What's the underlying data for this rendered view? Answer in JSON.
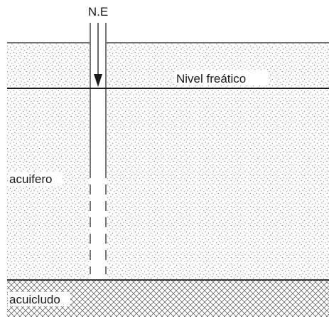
{
  "labels": {
    "well": "N.E",
    "water_table": "Nivel freático",
    "aquifer": "acuifero",
    "aquiclude": "acuicludo"
  },
  "colors": {
    "line": "#1a1a1a",
    "stipple": "#3a3a3a",
    "hatch": "#6a6a6a",
    "background": "#ffffff"
  }
}
